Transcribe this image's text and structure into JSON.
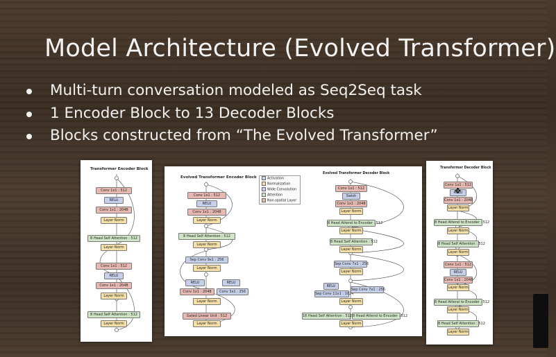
{
  "slide": {
    "title": "Model Architecture (Evolved Transformer)",
    "bullets": [
      "Multi-turn conversation modeled as Seq2Seq task",
      "1 Encoder Block to 13 Decoder Blocks",
      "Blocks constructed from “The Evolved Transformer”"
    ]
  },
  "figures": {
    "transformer_encoder": {
      "title": "Transformer Encoder Block",
      "blocks": [
        "Conv 1x1 : 512",
        "RELU",
        "Conv 1x1 : 2048",
        "Layer Norm",
        "8 Head Self Attention : 512",
        "Layer Norm",
        "Conv 1x1 : 512",
        "RELU",
        "Conv 1x1 : 2048",
        "Layer Norm",
        "8 Head Self Attention : 512",
        "Layer Norm"
      ]
    },
    "evolved_encoder": {
      "title": "Evolved Transformer Encoder Block",
      "blocks": [
        "Conv 1x1 : 512",
        "RELU",
        "Conv 1x1 : 2048",
        "Layer Norm",
        "8 Head Self Attention : 512",
        "Layer Norm",
        "Sep Conv 9x1 : 256",
        "Layer Norm",
        "RELU",
        "RELU",
        "Conv 1x1 : 2048",
        "Conv 3x1 : 256",
        "Layer Norm",
        "Gated Linear Unit : 512",
        "Layer Norm"
      ]
    },
    "legend": [
      "Activation",
      "Normalization",
      "Wide Convolution",
      "Attention",
      "Non-spatial Layer"
    ],
    "evolved_decoder": {
      "title": "Evolved Transformer Decoder Block",
      "blocks": [
        "Conv 1x1 : 512",
        "Swish",
        "Conv 1x1 : 2048",
        "Layer Norm",
        "8 Head Attend to Encoder : 512",
        "Layer Norm",
        "8 Head Self Attention : 512",
        "Layer Norm",
        "Sep Conv 7x1 : 256",
        "Layer Norm",
        "RELU",
        "Sep Conv 11x1 : 1024",
        "Sep Conv 7x1 : 256",
        "Layer Norm",
        "16 Head Self Attention : 512",
        "8 Head Attend to Encoder : 512",
        "Layer Norm"
      ]
    },
    "transformer_decoder": {
      "title": "Transformer Decoder Block",
      "blocks": [
        "Conv 1x1 : 512",
        "RELU",
        "Conv 1x1 : 2048",
        "Layer Norm",
        "8 Head Attend to Encoder : 512",
        "Layer Norm",
        "8 Head Self Attention : 512",
        "Layer Norm",
        "Conv 1x1 : 512",
        "RELU",
        "Conv 1x1 : 2048",
        "Layer Norm",
        "8 Head Attend to Encoder : 512",
        "Layer Norm",
        "8 Head Self Attention : 512",
        "Layer Norm"
      ]
    }
  }
}
